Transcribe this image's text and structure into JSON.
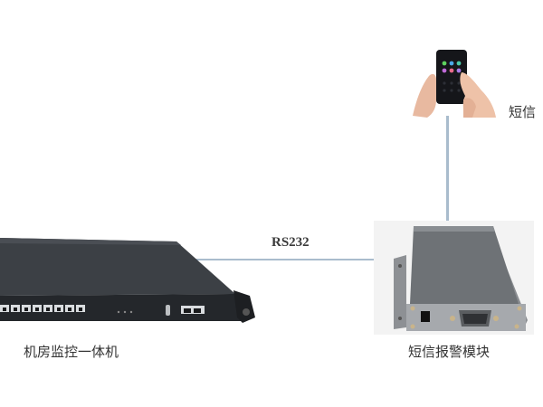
{
  "diagram": {
    "nodes": {
      "server": {
        "label": "机房监控一体机",
        "icon": "rack-server-icon"
      },
      "module": {
        "label": "短信报警模块",
        "icon": "sms-alarm-module-icon"
      },
      "phone": {
        "label": "短信",
        "icon": "mobile-phone-in-hand-icon"
      }
    },
    "edges": [
      {
        "from": "server",
        "to": "module",
        "label": "RS232"
      },
      {
        "from": "module",
        "to": "phone",
        "label": ""
      }
    ],
    "colors": {
      "connector_line": "#a9bccd",
      "server_body": "#2e3135",
      "module_body": "#7d8084",
      "text": "#333333"
    }
  }
}
